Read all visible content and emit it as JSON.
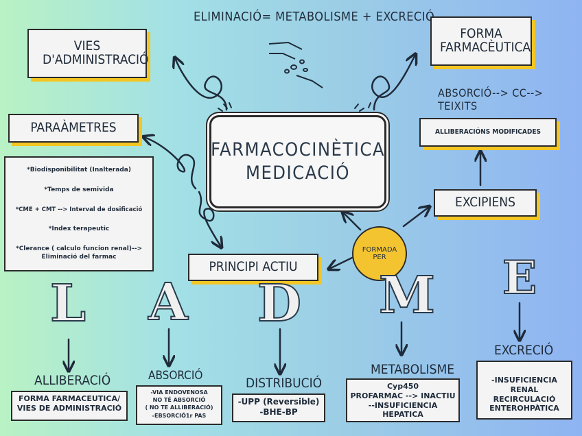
{
  "header": {
    "formula": "ELIMINACIÓ= METABOLISME + EXCRECIÓ",
    "absorcio_chain": "ABSORCIÓ--> CC--> TEIXITS"
  },
  "center": {
    "line1": "FARMACOCINÈTICA",
    "line2": "MEDICACIÓ"
  },
  "badge": {
    "line1": "FORMADA",
    "line2": "PER"
  },
  "boxes": {
    "vies": "VIES D'ADMINISTRACIÓ",
    "forma": "FORMA FARMACÈUTICA",
    "parametres": "PARAÀMETRES",
    "alliberacions": "ALLIBERACIÓNS MODIFICADES",
    "excipiens": "EXCIPIENS",
    "principi": "PRINCIPI ACTIU"
  },
  "parametres_list": [
    "*Biodisponibilitat (Inalterada)",
    "*Temps de semivida",
    "*CME + CMT --> Interval de dosificació",
    "*Index terapeutic",
    "*Clerance ( calculo funcion renal)--> Eliminació del farmac"
  ],
  "letters": [
    "L",
    "A",
    "D",
    "M",
    "E"
  ],
  "stages": {
    "alliberacio": {
      "title": "ALLIBERACIÓ",
      "notes": [
        "FORMA FARMACEUTICA/",
        "VIES DE ADMINISTRACIÓ"
      ]
    },
    "absorcio": {
      "title": "ABSORCIÓ",
      "notes": [
        "-VIA ENDOVENOSA",
        "NO TÉ ABSORCIÓ",
        "( NO TE ALLIBERACIÓ)",
        "-EBSORCIÓ1r PAS"
      ]
    },
    "distribucio": {
      "title": "DISTRIBUCIÓ",
      "notes": [
        "-UPP (Reversible)",
        "-BHE-BP"
      ]
    },
    "metabolisme": {
      "title": "METABOLISME",
      "notes": [
        "Cyp450",
        "PROFARMAC --> INACTIU",
        "--INSUFICIENCIA",
        "HEPATICA"
      ]
    },
    "excrecio": {
      "title": "EXCRECIÓ",
      "notes": [
        "-INSUFICIENCIA RENAL",
        "RECIRCULACIÓ",
        "ENTEROHPÀTICA"
      ]
    }
  },
  "colors": {
    "accent_shadow": "#f3c623",
    "badge": "#f4c430",
    "ink": "#2a2a2a"
  }
}
